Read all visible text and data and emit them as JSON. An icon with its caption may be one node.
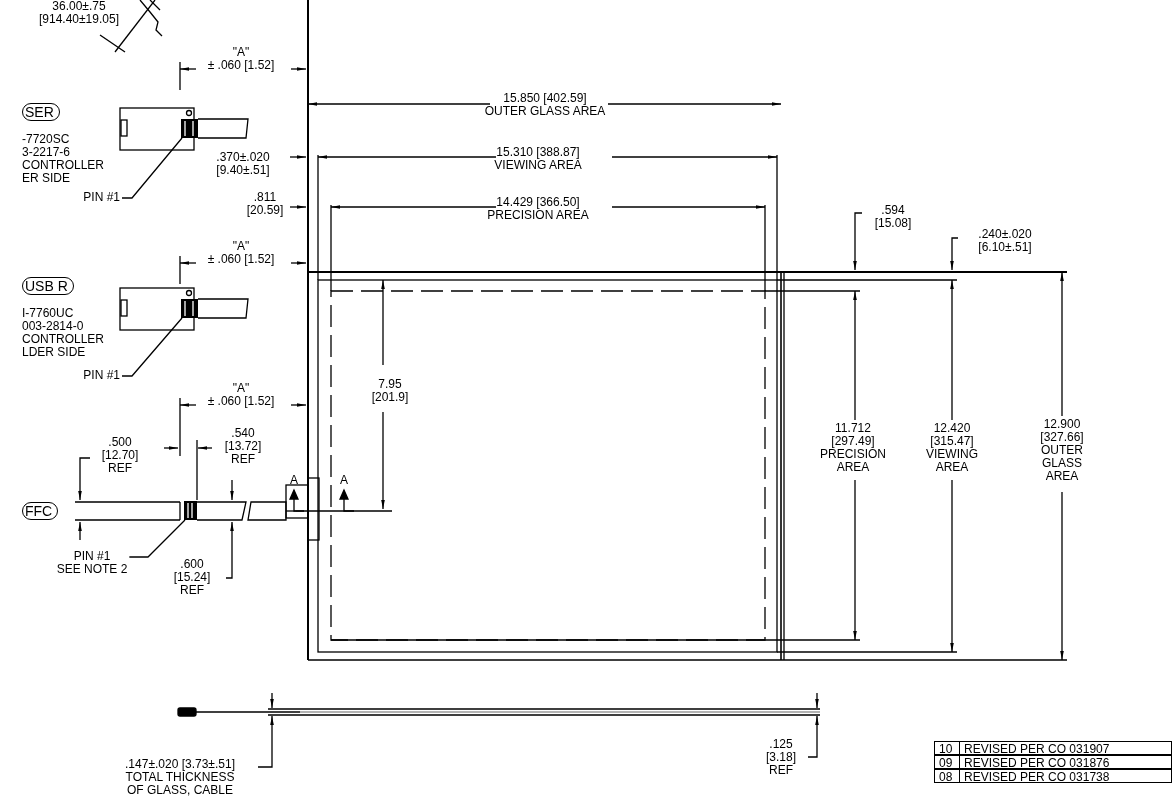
{
  "diagram": {
    "nodes": [
      {
        "text": [],
        "shape": "box"
      },
      {
        "text": [
          "PIN #1"
        ]
      },
      {
        "text": [],
        "shape": "box"
      },
      {
        "text": [
          "PIN #1"
        ]
      },
      {
        "text": [],
        "shape": "box"
      },
      {
        "text": [
          "PIN #1 SEE NOTE 2"
        ]
      }
    ],
    "edges": [
      {
        "from": 1,
        "to": 0,
        "arrow": "none"
      },
      {
        "from": 3,
        "to": 2,
        "arrow": "none"
      },
      {
        "from": 5,
        "to": 4,
        "arrow": "none"
      }
    ],
    "labels": [
      "36.00±.75 [914.40±19.05]",
      "\"A\" ± .060 [1.52]",
      "SER",
      "-7720SC 3-2217-6 CONTROLLER ER SIDE",
      "15.850 [402.59] OUTER GLASS AREA",
      ".370±.020 [9.40±.51]",
      "15.310 [388.87] VIEWING AREA",
      ".811 [20.59]",
      "14.429 [366.50] PRECISION AREA",
      ".594 [15.08]",
      ".240±.020 [6.10±.51]",
      "\"A\" ± .060 [1.52]",
      "USB R",
      "I-7760UC 003-2814-0 CONTROLLER LDER SIDE",
      "\"A\" ± .060 [1.52]",
      "7.95 [201.9]",
      ".500 [12.70] REF",
      ".540 [13.72] REF",
      "11.712 [297.49] PRECISION AREA",
      "12.420 [315.47] VIEWING AREA",
      "12.900 [327.66] OUTER GLASS AREA",
      "A",
      "A",
      "FFC",
      ".600 [15.24] REF",
      ".125 [3.18] REF",
      ".147±.020 [3.73±.51] TOTAL THICKNESS OF GLASS, CABLE",
      "10",
      "REVISED PER CO 031907",
      "09",
      "REVISED PER CO 031876",
      "08",
      "REVISED PER CO 031738"
    ]
  }
}
